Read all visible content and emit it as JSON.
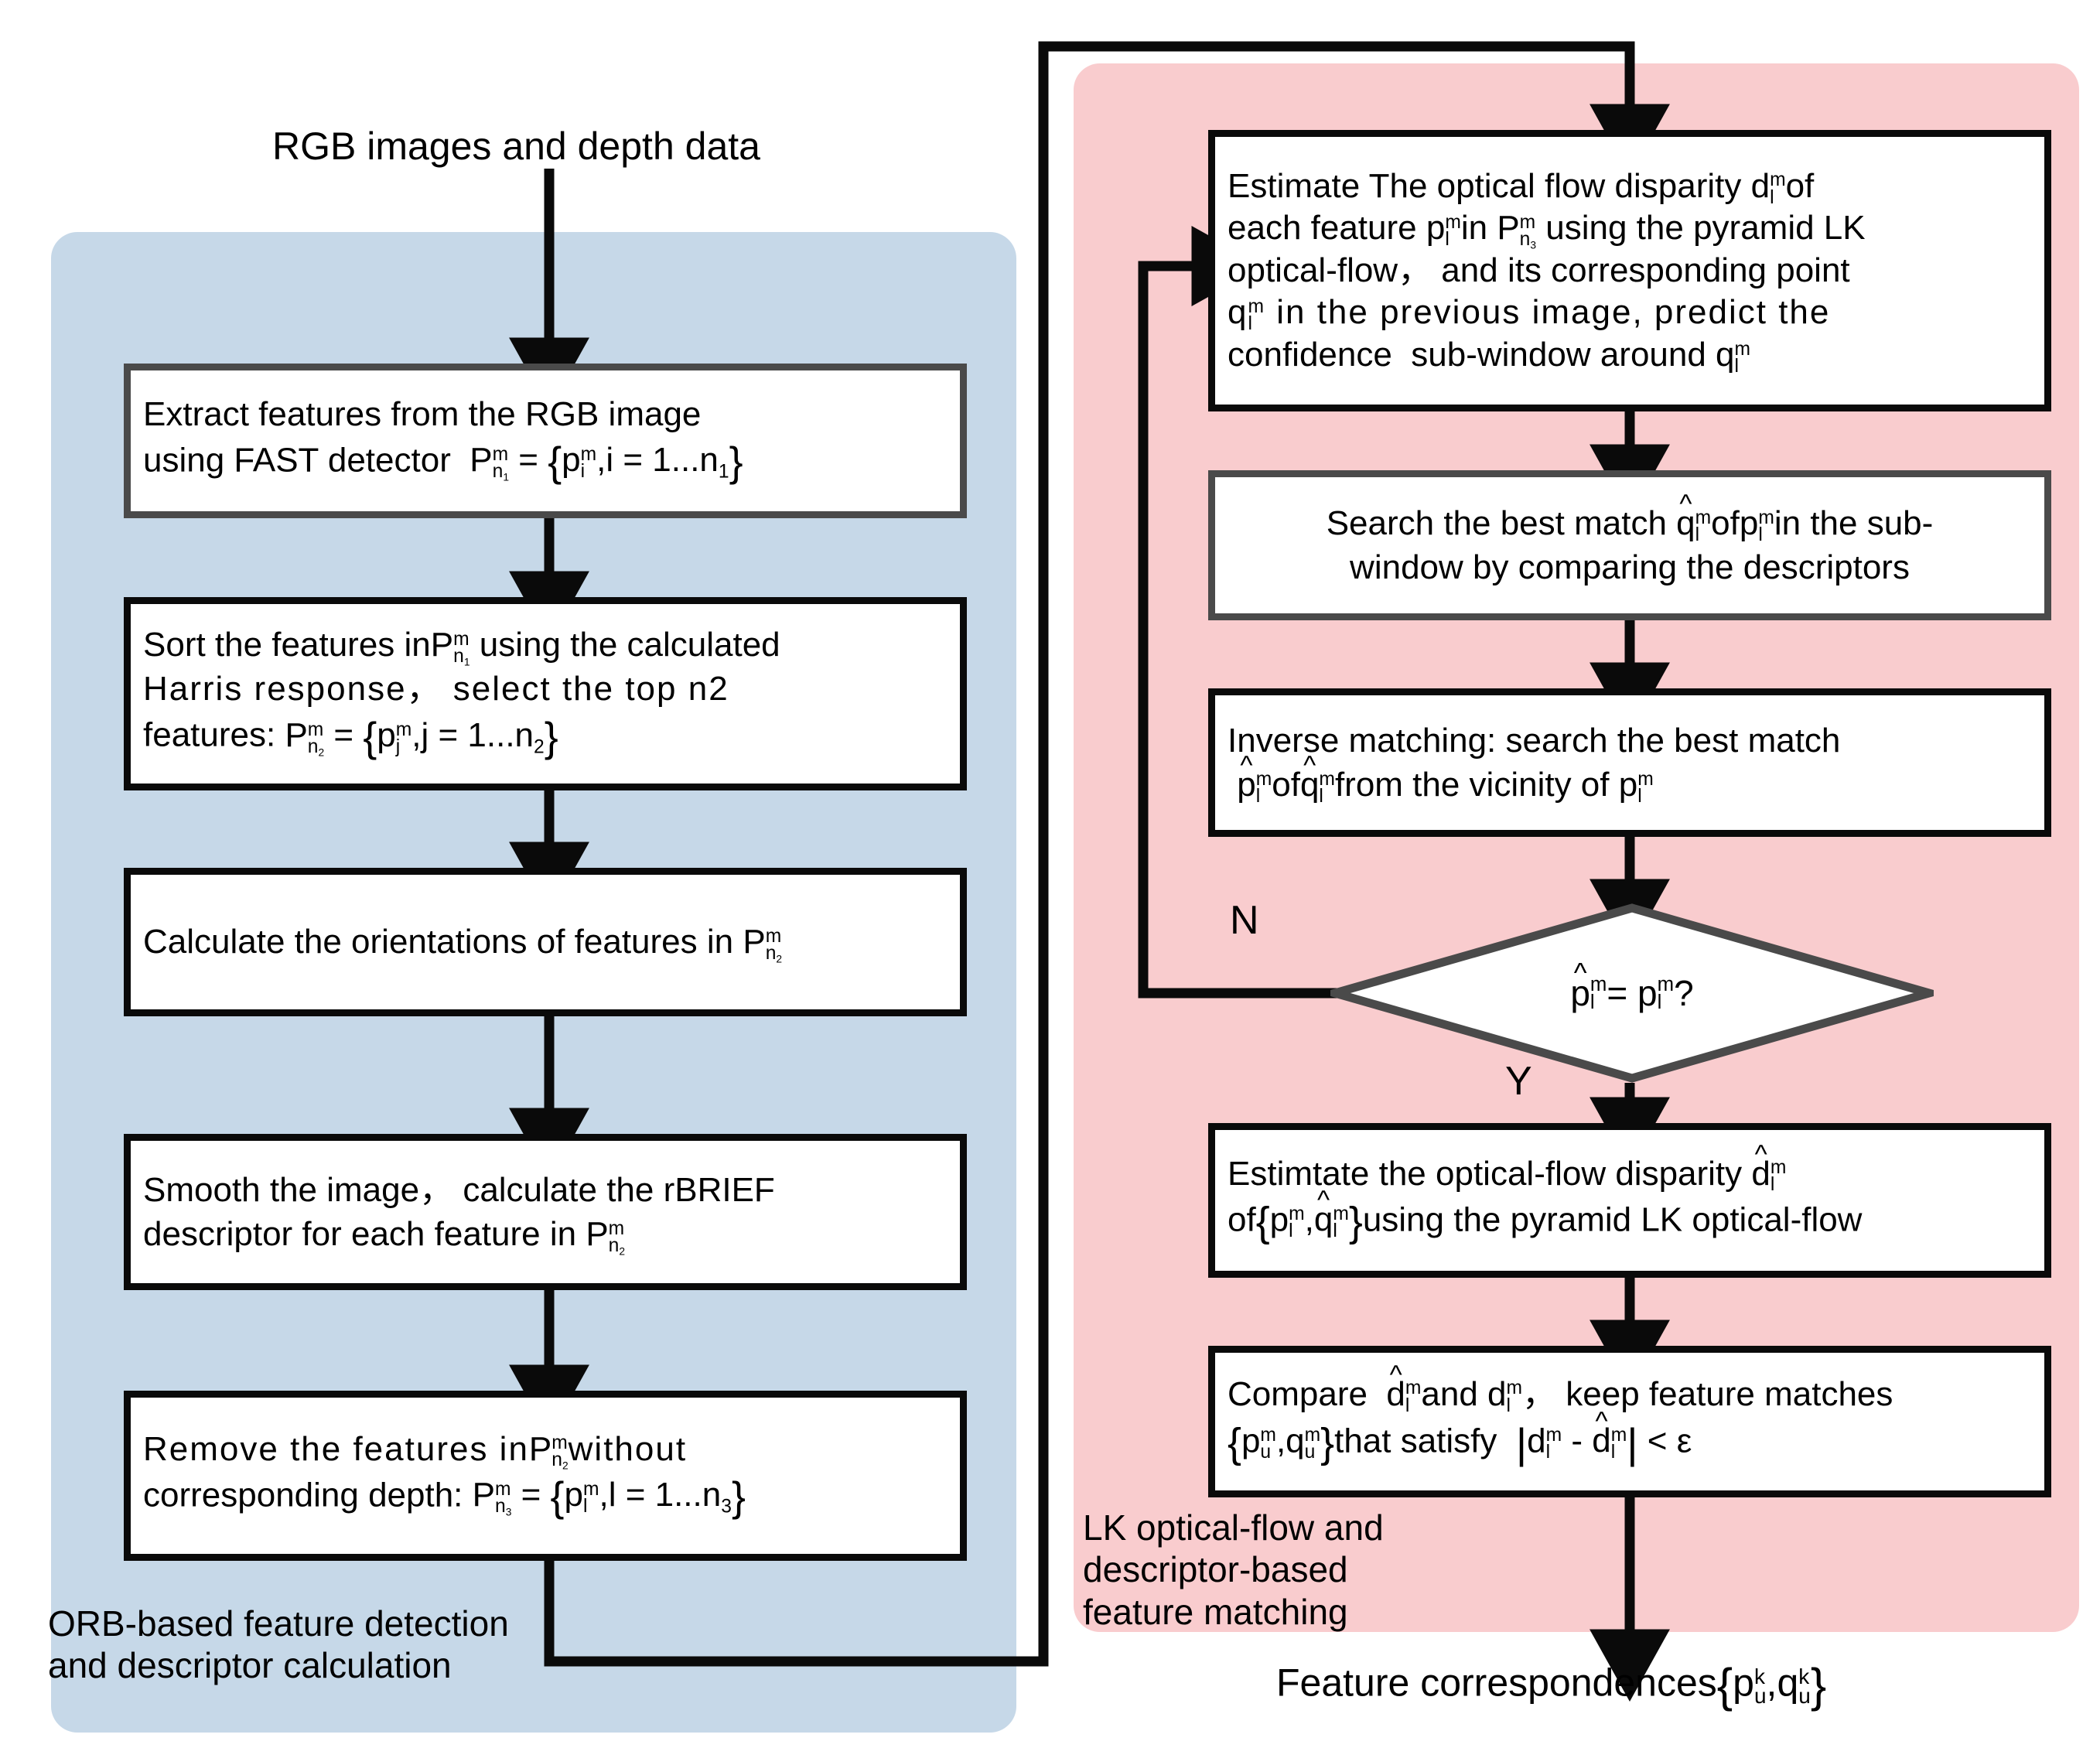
{
  "diagram": {
    "title_input": "RGB images and depth data",
    "output_label": "Feature correspondences",
    "output_label_math": "{pᵘᵏ , qᵘᵏ}",
    "colors": {
      "left_panel": "#c6d8e8",
      "right_panel": "#f9ccce",
      "node_fill": "#ffffff",
      "stroke_black": "#0a0a0a",
      "stroke_gray": "#4a4a4a",
      "text": "#000000"
    },
    "panels": [
      {
        "id": "orb",
        "caption": "ORB-based feature detection\nand descriptor calculation",
        "color": "#c6d8e8"
      },
      {
        "id": "lk",
        "caption": "LK optical-flow and\ndescriptor-based\nfeature matching",
        "color": "#f9ccce"
      }
    ],
    "left_nodes": [
      {
        "id": "l1",
        "border": "gray",
        "line1": "Extract features from the RGB image",
        "line2_prefix": "using FAST detector",
        "math": "Pⁿₘₙ₁ = {pₘᵢ , i = 1...n₁}",
        "plain": "Extract features from the RGB image using FAST detector Pn1^m = {pi^m, i = 1...n1}"
      },
      {
        "id": "l2",
        "border": "black",
        "plain": "Sort the features in Pn1^m using the calculated Harris response， select the top n2 features: Pn2^m = {pj^m, j = 1...n2}"
      },
      {
        "id": "l3",
        "border": "black",
        "plain": "Calculate the orientations of features in Pn2^m"
      },
      {
        "id": "l4",
        "border": "black",
        "plain": "Smooth the image， calculate the rBRIEF descriptor for each feature in Pn2^m"
      },
      {
        "id": "l5",
        "border": "black",
        "plain": "Remove the features in Pn2^m without corresponding depth: Pn3^m = {pl^m, l = 1...n3}"
      }
    ],
    "right_nodes": [
      {
        "id": "r1",
        "border": "black",
        "plain": "Estimate The optical flow disparity dl^m of each feature pl^m in Pn3^m using the pyramid LK optical-flow， and its corresponding point ql^m in the previous image, predict the confidence sub-window around ql^m"
      },
      {
        "id": "r2",
        "border": "gray",
        "plain": "Search the best match ñl^m of pl^m in the sub-window by comparing the descriptors"
      },
      {
        "id": "r3",
        "border": "black",
        "plain": "Inverse matching: search the best match p̂l^m of q̂l^m from the vicinity of pl^m"
      },
      {
        "id": "r4",
        "border": "black",
        "plain": "Estimtate the optical-flow disparity d̂l^m of {pl^m, q̂l^m} using the pyramid LK optical-flow"
      },
      {
        "id": "r5",
        "border": "black",
        "plain": "Compare d̂l^m and dl^m， keep feature matches {pu^m, qu^m} that satisfy |dl^m - d̂l^m| < ε"
      }
    ],
    "decision": {
      "id": "d1",
      "label": "p̂l^m = pl^m ?",
      "branch_no": "N",
      "branch_yes": "Y"
    }
  }
}
